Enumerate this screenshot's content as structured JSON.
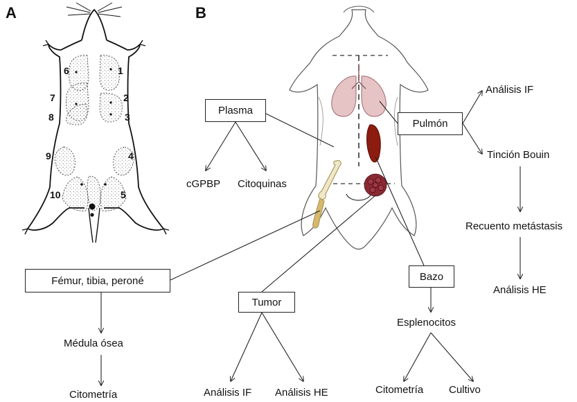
{
  "panels": {
    "a": "A",
    "b": "B"
  },
  "mammary_glands": [
    "1",
    "2",
    "3",
    "4",
    "5",
    "6",
    "7",
    "8",
    "9",
    "10"
  ],
  "boxes": {
    "plasma": "Plasma",
    "pulmon": "Pulmón",
    "bones": "Fémur, tibia, peroné",
    "tumor": "Tumor",
    "bazo": "Bazo"
  },
  "labels": {
    "cgpbp": "cGPBP",
    "citoquinas": "Citoquinas",
    "analisis_if_lung": "Análisis IF",
    "tincion_bouin": "Tinción Bouin",
    "recuento": "Recuento metástasis",
    "analisis_he_lung": "Análisis HE",
    "medula": "Médula ósea",
    "citometria_bone": "Citometría",
    "analisis_if_tumor": "Análisis IF",
    "analisis_he_tumor": "Análisis HE",
    "esplenocitos": "Esplenocitos",
    "citometria_spleen": "Citometría",
    "cultivo": "Cultivo"
  }
}
